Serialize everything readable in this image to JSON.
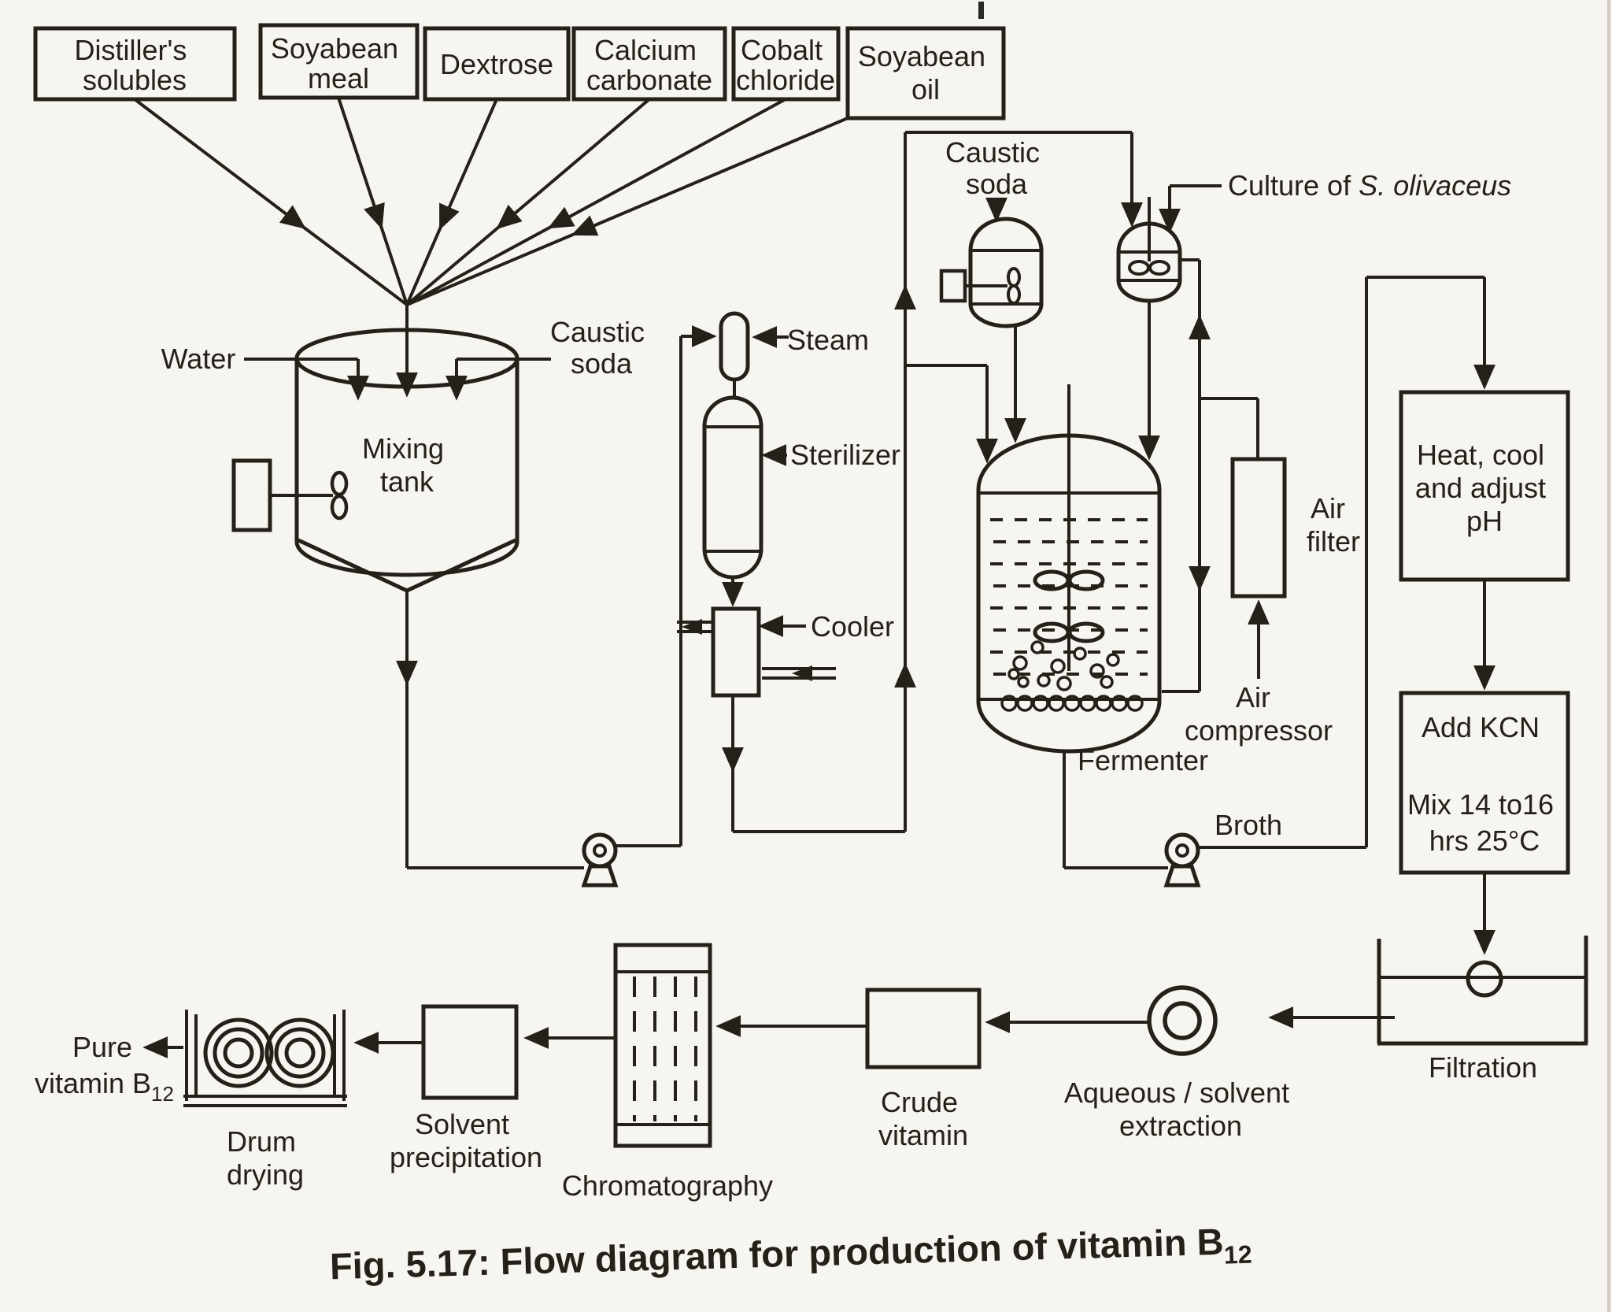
{
  "figure_caption": {
    "prefix": "Fig. 5.17: Flow diagram for production of vitamin B",
    "subscript": "12"
  },
  "ingredient_boxes": [
    {
      "line1": "Distiller's",
      "line2": "solubles"
    },
    {
      "line1": "Soyabean",
      "line2": "meal"
    },
    {
      "line1": "Dextrose",
      "line2": ""
    },
    {
      "line1": "Calcium",
      "line2": "carbonate"
    },
    {
      "line1": "Cobalt",
      "line2": "chloride"
    },
    {
      "line1": "Soyabean",
      "line2": "oil"
    }
  ],
  "mixing": {
    "water": "Water",
    "caustic_line1": "Caustic",
    "caustic_line2": "soda",
    "tank_line1": "Mixing",
    "tank_line2": "tank"
  },
  "sterilization": {
    "steam": "Steam",
    "sterilizer": "Sterilizer",
    "cooler": "Cooler"
  },
  "fermentation": {
    "caustic_line1": "Caustic",
    "caustic_line2": "soda",
    "culture_prefix": "Culture of ",
    "culture_species": "S. olivaceus",
    "air_filter_line1": "Air",
    "air_filter_line2": "filter",
    "air_compressor_line1": "Air",
    "air_compressor_line2": "compressor",
    "fermenter": "Fermenter",
    "broth": "Broth"
  },
  "recovery": {
    "heat_line1": "Heat, cool",
    "heat_line2": "and adjust",
    "heat_line3": "pH",
    "kcn_line1": "Add KCN",
    "kcn_line2": "Mix 14 to16",
    "kcn_line3": "hrs 25°C",
    "filtration": "Filtration",
    "extraction_line1": "Aqueous / solvent",
    "extraction_line2": "extraction",
    "crude_line1": "Crude",
    "crude_line2": "vitamin",
    "chromatography": "Chromatography",
    "solvent_line1": "Solvent",
    "solvent_line2": "precipitation",
    "drum_line1": "Drum",
    "drum_line2": "drying",
    "pure_line1": "Pure",
    "pure_line2": "vitamin B",
    "pure_sub": "12"
  },
  "colors": {
    "ink": "#232119",
    "paper": "#f7f5ef"
  }
}
